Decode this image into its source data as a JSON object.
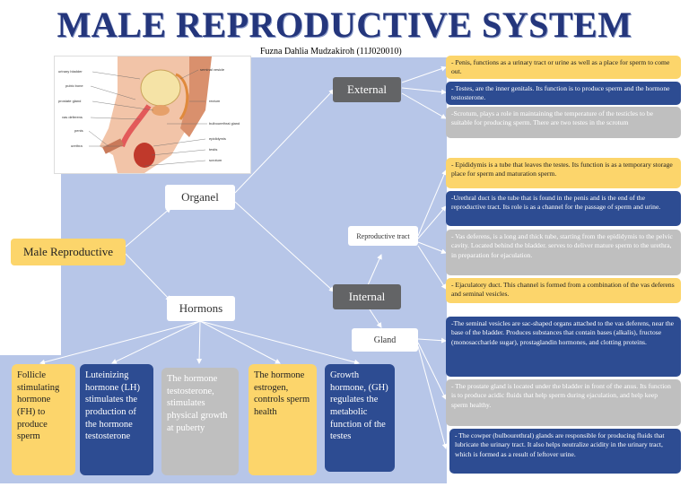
{
  "title": "MALE REPRODUCTIVE SYSTEM",
  "author": "Fuzna Dahlia Mudzakiroh (11J020010)",
  "root": "Male Reproductive",
  "nodes": {
    "organel": "Organel",
    "hormons": "Hormons",
    "external": "External",
    "internal": "Internal",
    "reproductive_tract": "Reproductive tract",
    "gland": "Gland"
  },
  "external_items": [
    "- Penis, functions as a urinary tract or urine as well as a place for sperm to come out.",
    "- Testes, are the inner genitals. Its function is to produce sperm and the hormone testosterone.",
    "-Scrotum, plays a role in maintaining the temperature of the testicles to be suitable for producing sperm. There are two testes in the scrotum"
  ],
  "tract_items": [
    "- Epididymis is a tube that leaves the testes. Its function is as a temporary storage place for sperm and maturation sperm.",
    "-Urethral duct is the tube that is found in the penis and is the end of the reproductive tract. Its role is as a channel for the passage of sperm and urine.",
    "- Vas deferens, is a long and thick tube, starting from the epididymis to the pelvic cavity. Located behind the bladder. serves to deliver mature sperm to the urethra, in preparation for ejaculation.",
    "- Ejaculatory duct. This channel is formed from a combination of the vas deferens and seminal vesicles."
  ],
  "gland_items": [
    "-The seminal vesicles are sac-shaped organs attached to the vas deferens, near the base of the bladder. Produces substances that contain bases (alkalis), fructose (monosaccharide sugar), prostaglandin hormones, and clotting proteins.",
    "- The prostate gland is located under the bladder in front of the anus. Its function is to produce acidic fluids that help sperm during ejaculation, and help keep sperm healthy.",
    "- The cowper (bulbourethral) glands are responsible for producing fluids that lubricate the urinary tract. It also helps neutralize acidity in the urinary tract, which is formed as a result of leftover urine."
  ],
  "hormone_items": [
    "Follicle stimulating hormone (FH) to produce sperm",
    "Luteinizing hormone (LH) stimulates the production of the hormone testosterone",
    "The hormone testosterone, stimulates physical growth at puberty",
    "The hormone estrogen, controls sperm health",
    "Growth hormone, (GH) regulates the metabolic function of the testes"
  ],
  "anatomy_labels": {
    "urinary_bladder": "urinary bladder",
    "pubic_bone": "pubic bone",
    "prostate_gland": "prostate gland",
    "vas_deferens": "vas deferens",
    "penis": "penis",
    "urethra": "urethra",
    "seminal_vesicle": "seminal vesicle",
    "rectum": "rectum",
    "bulbourethral_gland": "bulbourethral gland",
    "epididymis": "epididymis",
    "testis": "testis",
    "scrotum": "scrotum"
  },
  "colors": {
    "title": "#24367c",
    "background_panel": "#b7c6e8",
    "yellow": "#fcd56b",
    "blue": "#2d4c92",
    "gray": "#bfbfbf",
    "dark_node": "#636466"
  }
}
